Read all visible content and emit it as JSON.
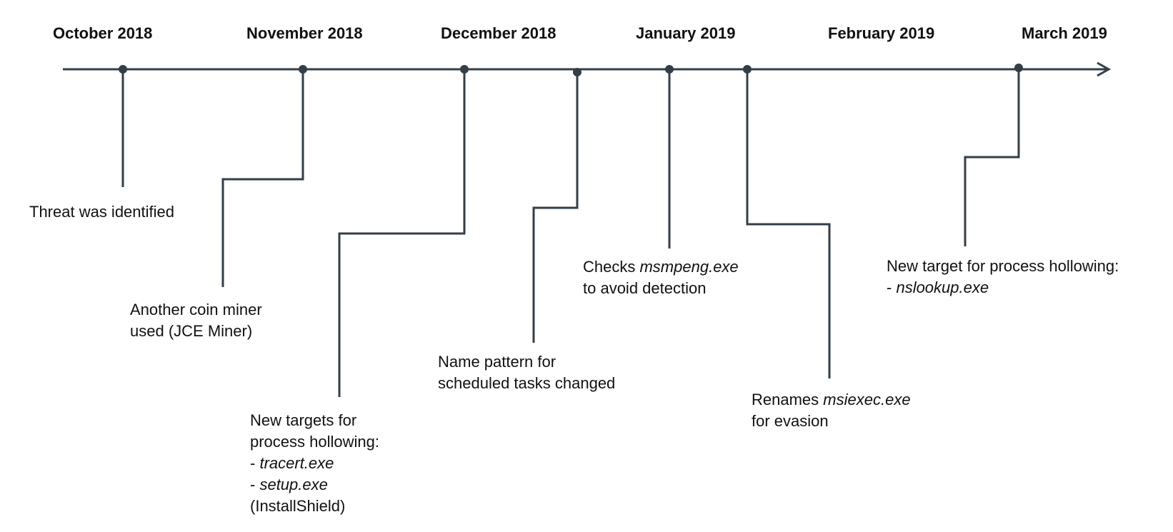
{
  "colors": {
    "line": "#333e48",
    "text": "#111111",
    "background": "#ffffff"
  },
  "timeline": {
    "months": [
      "October 2018",
      "November 2018",
      "December 2018",
      "January 2019",
      "February 2019",
      "March 2019"
    ],
    "events": [
      {
        "lines": [
          "Threat was identified"
        ]
      },
      {
        "lines": [
          "Another coin miner",
          "used (JCE Miner)"
        ]
      },
      {
        "lines": [
          "New targets for",
          "process hollowing:",
          "- ",
          "- ",
          "(InstallShield)"
        ],
        "italic": {
          "tracert": "tracert.exe",
          "setup": "setup.exe"
        }
      },
      {
        "lines": [
          "Name pattern for",
          "scheduled tasks changed"
        ]
      },
      {
        "lines": [
          "Checks ",
          "to avoid detection"
        ],
        "italic": {
          "msmpeng": "msmpeng.exe"
        }
      },
      {
        "lines": [
          "Renames ",
          "for evasion"
        ],
        "italic": {
          "msiexec": "msiexec.exe"
        }
      },
      {
        "lines": [
          "New target for process hollowing:",
          "- "
        ],
        "italic": {
          "nslookup": "nslookup.exe"
        }
      }
    ]
  }
}
